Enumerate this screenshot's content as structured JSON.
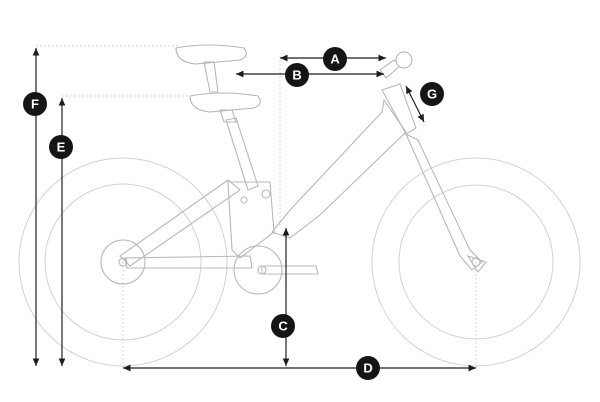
{
  "diagram": {
    "markers": [
      {
        "id": "A",
        "label": "A"
      },
      {
        "id": "B",
        "label": "B"
      },
      {
        "id": "C",
        "label": "C"
      },
      {
        "id": "D",
        "label": "D"
      },
      {
        "id": "E",
        "label": "E"
      },
      {
        "id": "F",
        "label": "F"
      },
      {
        "id": "G",
        "label": "G"
      }
    ],
    "colors": {
      "line": "#b8b8b8",
      "dimension": "#1e1e1e",
      "badge": "#151515",
      "badge_text": "#ffffff",
      "background": "#ffffff"
    }
  }
}
